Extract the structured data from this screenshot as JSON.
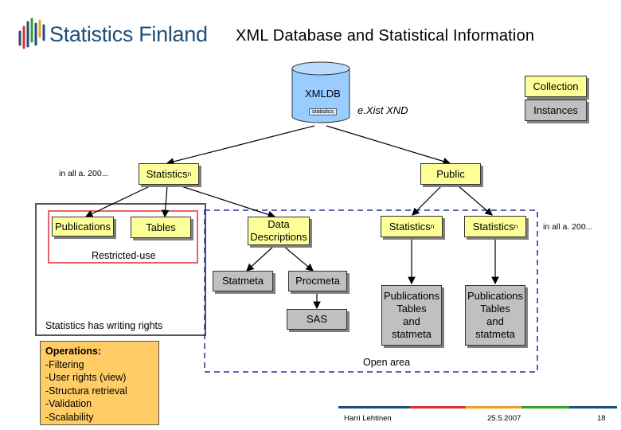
{
  "header": {
    "logo_text": "Statistics Finland",
    "title": "XML Database and Statistical Information"
  },
  "db": {
    "name": "XMLDB",
    "sub_label": "statistics",
    "engine_label": "e.Xist XND"
  },
  "legend": {
    "collection": "Collection",
    "instances": "Instances"
  },
  "nodes": {
    "statistics_private": "Statistics",
    "public": "Public",
    "subscript_n": "n",
    "publications": "Publications",
    "tables": "Tables",
    "data_descriptions_1": "Data",
    "data_descriptions_2": "Descriptions",
    "statmeta": "Statmeta",
    "procmeta": "Procmeta",
    "sas": "SAS",
    "statistics_public_1": "Statistics",
    "statistics_public_2": "Statistics",
    "instance_1": [
      "Publications",
      "Tables",
      "and",
      "statmeta"
    ],
    "instance_2": [
      "Publications",
      "Tables",
      "and",
      "statmeta"
    ]
  },
  "annotations": {
    "in_all_left": "in all a. 200...",
    "in_all_right": "in all a. 200...",
    "restricted_use": "Restricted-use",
    "writing_rights": "Statistics has writing rights",
    "open_area": "Open area"
  },
  "operations": {
    "heading": "Operations:",
    "items": [
      "-Filtering",
      "-User rights (view)",
      "-Structura retrieval",
      "-Validation",
      "-Scalability"
    ]
  },
  "footer": {
    "author": "Harri Lehtinen",
    "date": "25.5.2007",
    "page": "18"
  },
  "colors": {
    "logo_blue": "#1f4e79",
    "box_yellow": "#ffff99",
    "box_gray": "#c0c0c0",
    "db_blue": "#99ccff",
    "restricted_red": "#e03030",
    "open_area_blue": "#2030a0",
    "operations_orange": "#ffcc66"
  }
}
